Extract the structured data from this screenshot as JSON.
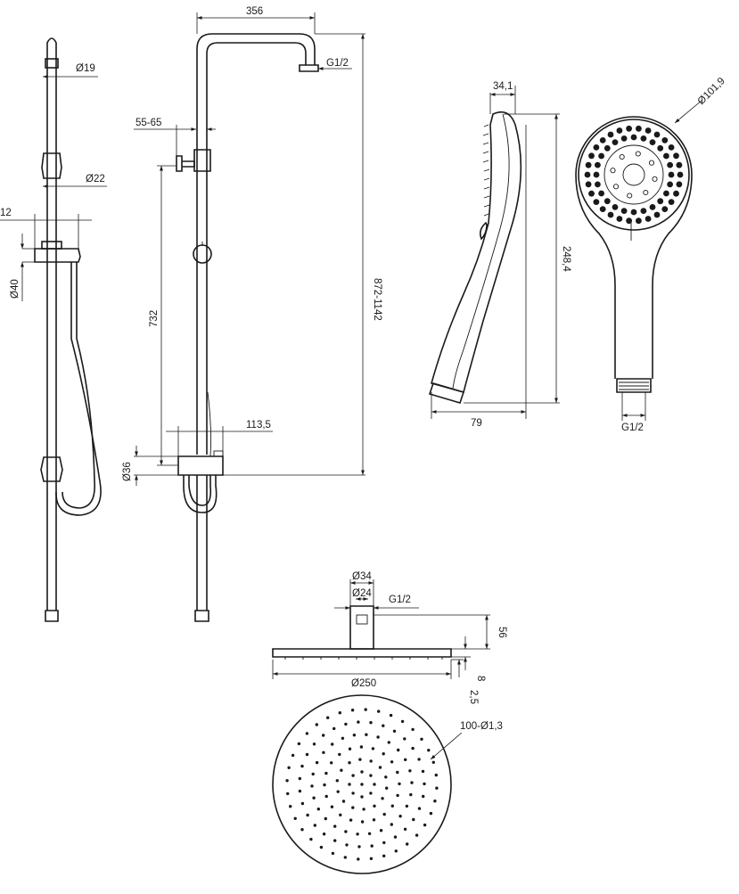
{
  "colors": {
    "line": "#1a1a1a",
    "background": "#ffffff"
  },
  "side_view": {
    "d19": "Ø19",
    "d22": "Ø22",
    "d12": "12",
    "d40": "Ø40"
  },
  "front_view": {
    "w356": "356",
    "g12_top": "G1/2",
    "d55_65": "55-65",
    "h732": "732",
    "h872_1142": "872-1142",
    "w113_5": "113,5",
    "d36": "Ø36"
  },
  "hand_shower_side": {
    "w34_1": "34,1",
    "h248_4": "248,4",
    "w79": "79"
  },
  "hand_shower_front": {
    "d101_9": "Ø101,9",
    "g12": "G1/2"
  },
  "head_shower": {
    "d34": "Ø34",
    "d24": "Ø24",
    "g12": "G1/2",
    "h56": "56",
    "h8": "8",
    "h2_5": "2,5",
    "d250": "Ø250",
    "holes": "100-Ø1,3"
  }
}
